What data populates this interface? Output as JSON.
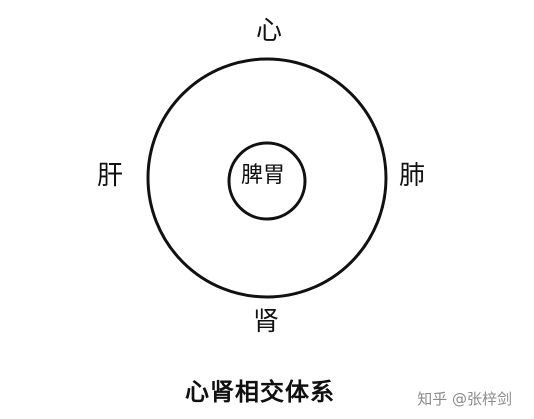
{
  "diagram": {
    "organs": {
      "top": "心",
      "left": "肝",
      "right": "肺",
      "bottom": "肾",
      "center": "脾胃"
    },
    "caption": "心肾相交体系"
  },
  "watermark": "知乎 @张梓剑",
  "colors": {
    "stroke": "#111111",
    "background": "#ffffff",
    "watermark": "#8a8a8a"
  }
}
